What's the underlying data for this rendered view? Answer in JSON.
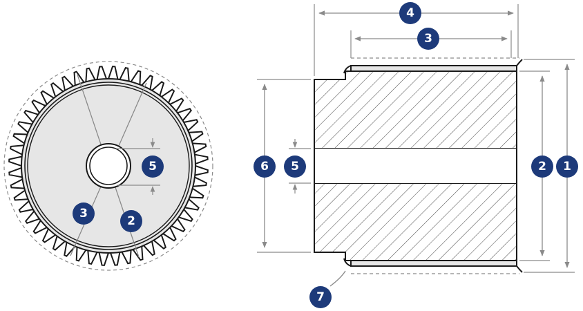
{
  "colors": {
    "badge": "#1d3a7a",
    "outline": "#1a1a1a",
    "dimension": "#8a8a8a",
    "hatch": "#555555",
    "face_fill": "#e6e6e6"
  },
  "gear": {
    "tooth_count": 48
  },
  "callouts": {
    "gear_bore": "5",
    "gear_root": "3",
    "gear_pitch": "2",
    "outer_width": "4",
    "tooth_width": "3",
    "hub_diameter": "6",
    "bore_diameter": "5",
    "pitch_diameter": "2",
    "outer_diameter": "1",
    "flange": "7"
  }
}
